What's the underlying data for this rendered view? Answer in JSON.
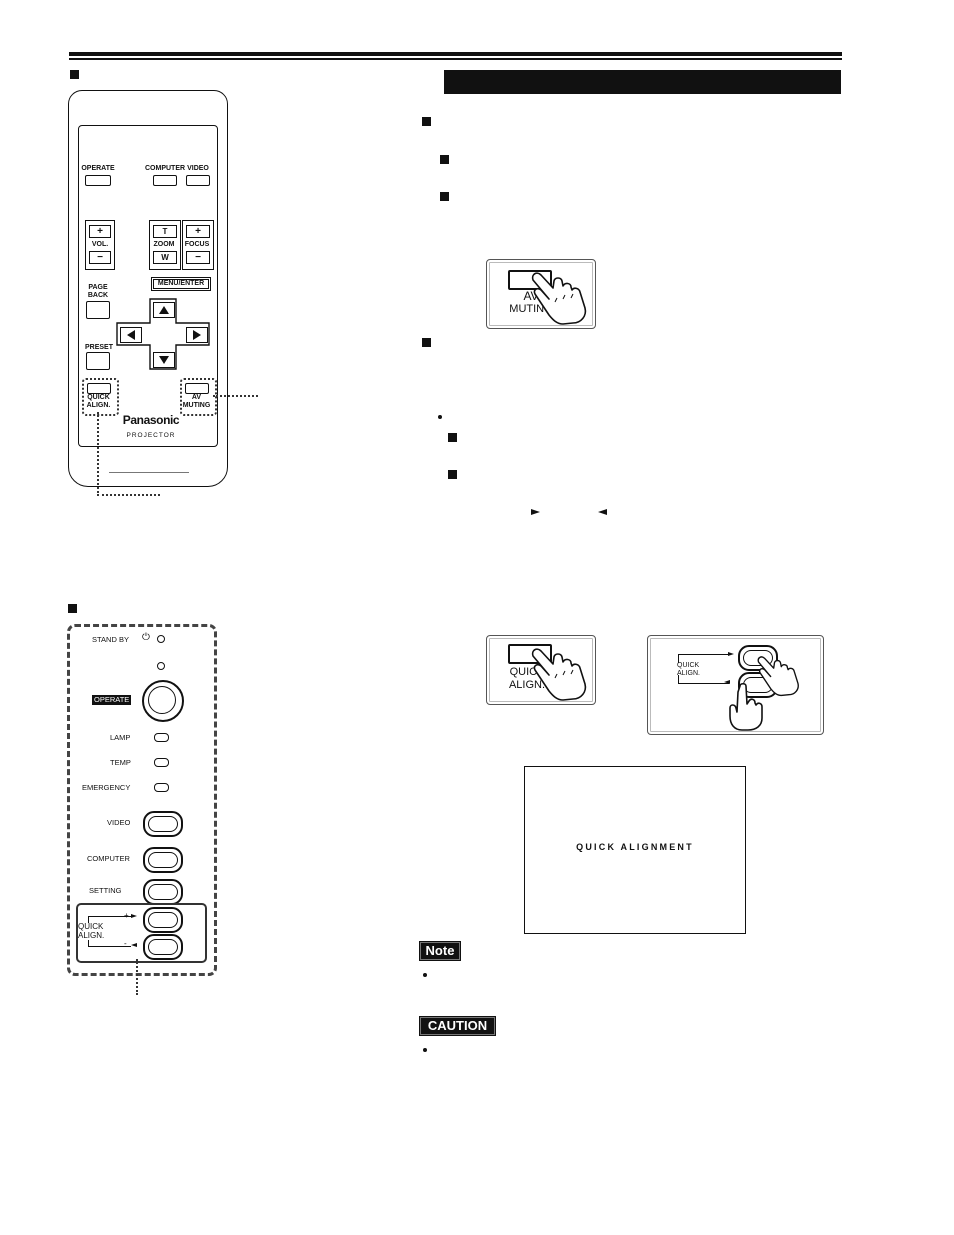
{
  "remote": {
    "operate": "OPERATE",
    "computer": "COMPUTER",
    "video": "VIDEO",
    "vol": "VOL.",
    "zoom": "ZOOM",
    "focus": "FOCUS",
    "zoom_t": "T",
    "zoom_w": "W",
    "page": "PAGE",
    "back": "BACK",
    "menu_enter": "MENU/ENTER",
    "preset": "PRESET",
    "quick": "QUICK",
    "align": "ALIGN.",
    "av": "AV",
    "muting": "MUTING",
    "brand": "Panasonic",
    "product": "PROJECTOR"
  },
  "panel": {
    "standby": "STAND BY",
    "operate": "OPERATE",
    "lamp": "LAMP",
    "temp": "TEMP",
    "emergency": "EMERGENCY",
    "video": "VIDEO",
    "computer": "COMPUTER",
    "setting": "SETTING",
    "quick": "QUICK",
    "align": "ALIGN.",
    "plus_sym": "+",
    "minus_sym": "-"
  },
  "callouts": {
    "av_top": "AV",
    "av_bottom": "MUTING",
    "quick_top": "QUICK",
    "quick_bottom": "ALIGN.",
    "panel_quick": "QUICK",
    "panel_align": "ALIGN."
  },
  "screen_text": "QUICK ALIGNMENT",
  "note_label": "Note",
  "caution_label": "CAUTION"
}
